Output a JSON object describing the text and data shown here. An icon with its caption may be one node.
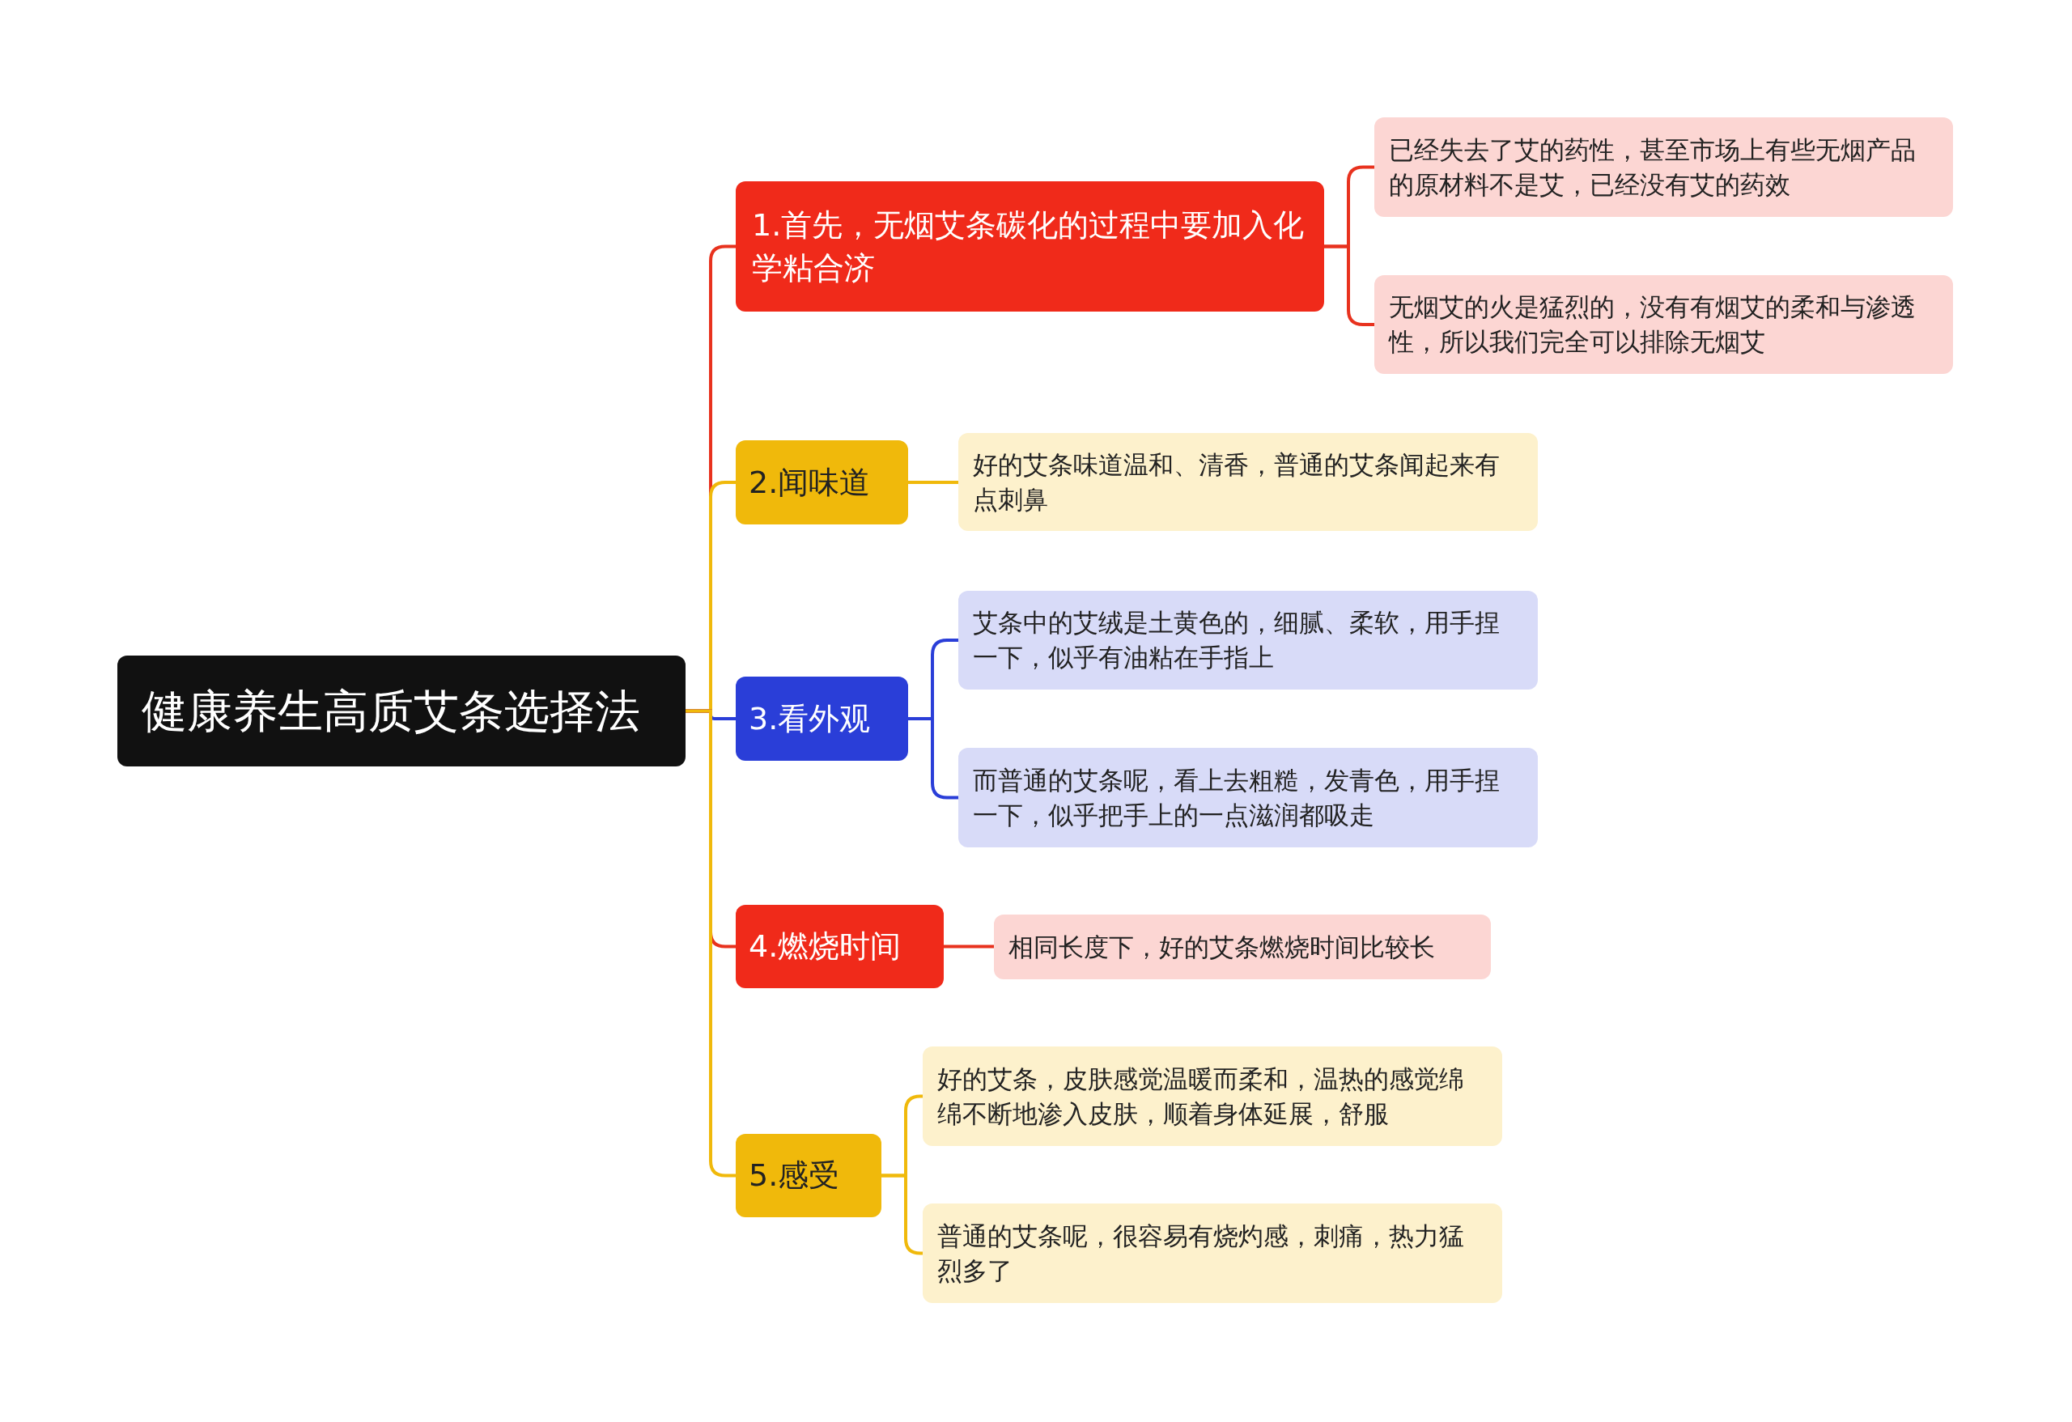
{
  "diagram": {
    "nodes": [
      {
        "text": [
          "健康养生高质艾条选择法"
        ]
      },
      {
        "text": [
          "1.首先，无烟艾条碳化的过程中要加入化学粘合济"
        ]
      },
      {
        "text": [
          "2.闻味道"
        ]
      },
      {
        "text": [
          "3.看外观"
        ]
      },
      {
        "text": [
          "4.燃烧时间"
        ]
      },
      {
        "text": [
          "5.感受"
        ]
      },
      {
        "text": [
          "已经失去了艾的药性，甚至市场上有些无烟产品的原材料不是艾，已经没有艾的药效"
        ]
      },
      {
        "text": [
          "无烟艾的火是猛烈的，没有有烟艾的柔和与渗透性，所以我们完全可以排除无烟艾"
        ]
      },
      {
        "text": [
          "好的艾条味道温和、清香，普通的艾条闻起来有点刺鼻"
        ]
      },
      {
        "text": [
          "艾条中的艾绒是土黄色的，细腻、柔软，用手捏一下，似乎有油粘在手指上"
        ]
      },
      {
        "text": [
          "而普通的艾条呢，看上去粗糙，发青色，用手捏一下，似乎把手上的一点滋润都吸走"
        ]
      },
      {
        "text": [
          "相同长度下，好的艾条燃烧时间比较长"
        ]
      },
      {
        "text": [
          "好的艾条，皮肤感觉温暖而柔和，温热的感觉绵绵不断地渗入皮肤，顺着身体延展，舒服"
        ]
      },
      {
        "text": [
          "普通的艾条呢，很容易有烧灼感，刺痛，热力猛烈多了"
        ]
      }
    ],
    "edges": [
      {
        "from": 0,
        "to": 1,
        "arrow": "none",
        "color": "#e8321e"
      },
      {
        "from": 0,
        "to": 2,
        "arrow": "none",
        "color": "#f0b90b"
      },
      {
        "from": 0,
        "to": 3,
        "arrow": "none",
        "color": "#2a3ed8"
      },
      {
        "from": 0,
        "to": 4,
        "arrow": "none",
        "color": "#e8321e"
      },
      {
        "from": 0,
        "to": 5,
        "arrow": "none",
        "color": "#f0b90b"
      },
      {
        "from": 1,
        "to": 6,
        "arrow": "none",
        "color": "#e8321e"
      },
      {
        "from": 1,
        "to": 7,
        "arrow": "none",
        "color": "#e8321e"
      },
      {
        "from": 2,
        "to": 8,
        "arrow": "none",
        "color": "#f0b90b"
      },
      {
        "from": 3,
        "to": 9,
        "arrow": "none",
        "color": "#2a3ed8"
      },
      {
        "from": 3,
        "to": 10,
        "arrow": "none",
        "color": "#2a3ed8"
      },
      {
        "from": 4,
        "to": 11,
        "arrow": "none",
        "color": "#e8321e"
      },
      {
        "from": 5,
        "to": 12,
        "arrow": "none",
        "color": "#f0b90b"
      },
      {
        "from": 5,
        "to": 13,
        "arrow": "none",
        "color": "#f0b90b"
      }
    ]
  }
}
